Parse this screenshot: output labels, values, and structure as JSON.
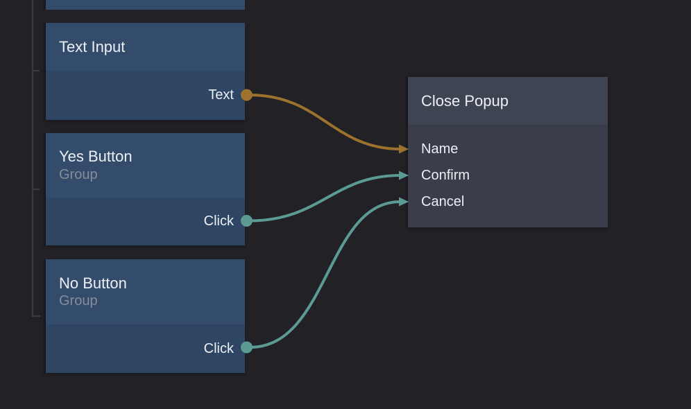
{
  "colors": {
    "background": "#222125",
    "node_header_blue": "#344c6b",
    "node_body_blue": "#2e4663",
    "popup_header": "#3f4453",
    "popup_body": "#3a3d4a",
    "title_text": "#eceff4",
    "subtitle_text": "#878d99",
    "wire_value": "#9c722e",
    "wire_event": "#5c9b94",
    "tree_line": "#3c3c3c"
  },
  "nodes": {
    "text_input": {
      "title": "Text Input",
      "outputs": [
        {
          "label": "Text",
          "type": "value"
        }
      ]
    },
    "yes_button": {
      "title": "Yes Button",
      "subtitle": "Group",
      "outputs": [
        {
          "label": "Click",
          "type": "event"
        }
      ]
    },
    "no_button": {
      "title": "No Button",
      "subtitle": "Group",
      "outputs": [
        {
          "label": "Click",
          "type": "event"
        }
      ]
    },
    "close_popup": {
      "title": "Close Popup",
      "inputs": [
        {
          "label": "Name"
        },
        {
          "label": "Confirm"
        },
        {
          "label": "Cancel"
        }
      ]
    }
  },
  "connections": [
    {
      "from": "Text Input / Text",
      "to": "Close Popup / Name",
      "type": "value"
    },
    {
      "from": "Yes Button / Click",
      "to": "Close Popup / Confirm",
      "type": "event"
    },
    {
      "from": "No Button / Click",
      "to": "Close Popup / Cancel",
      "type": "event"
    }
  ]
}
